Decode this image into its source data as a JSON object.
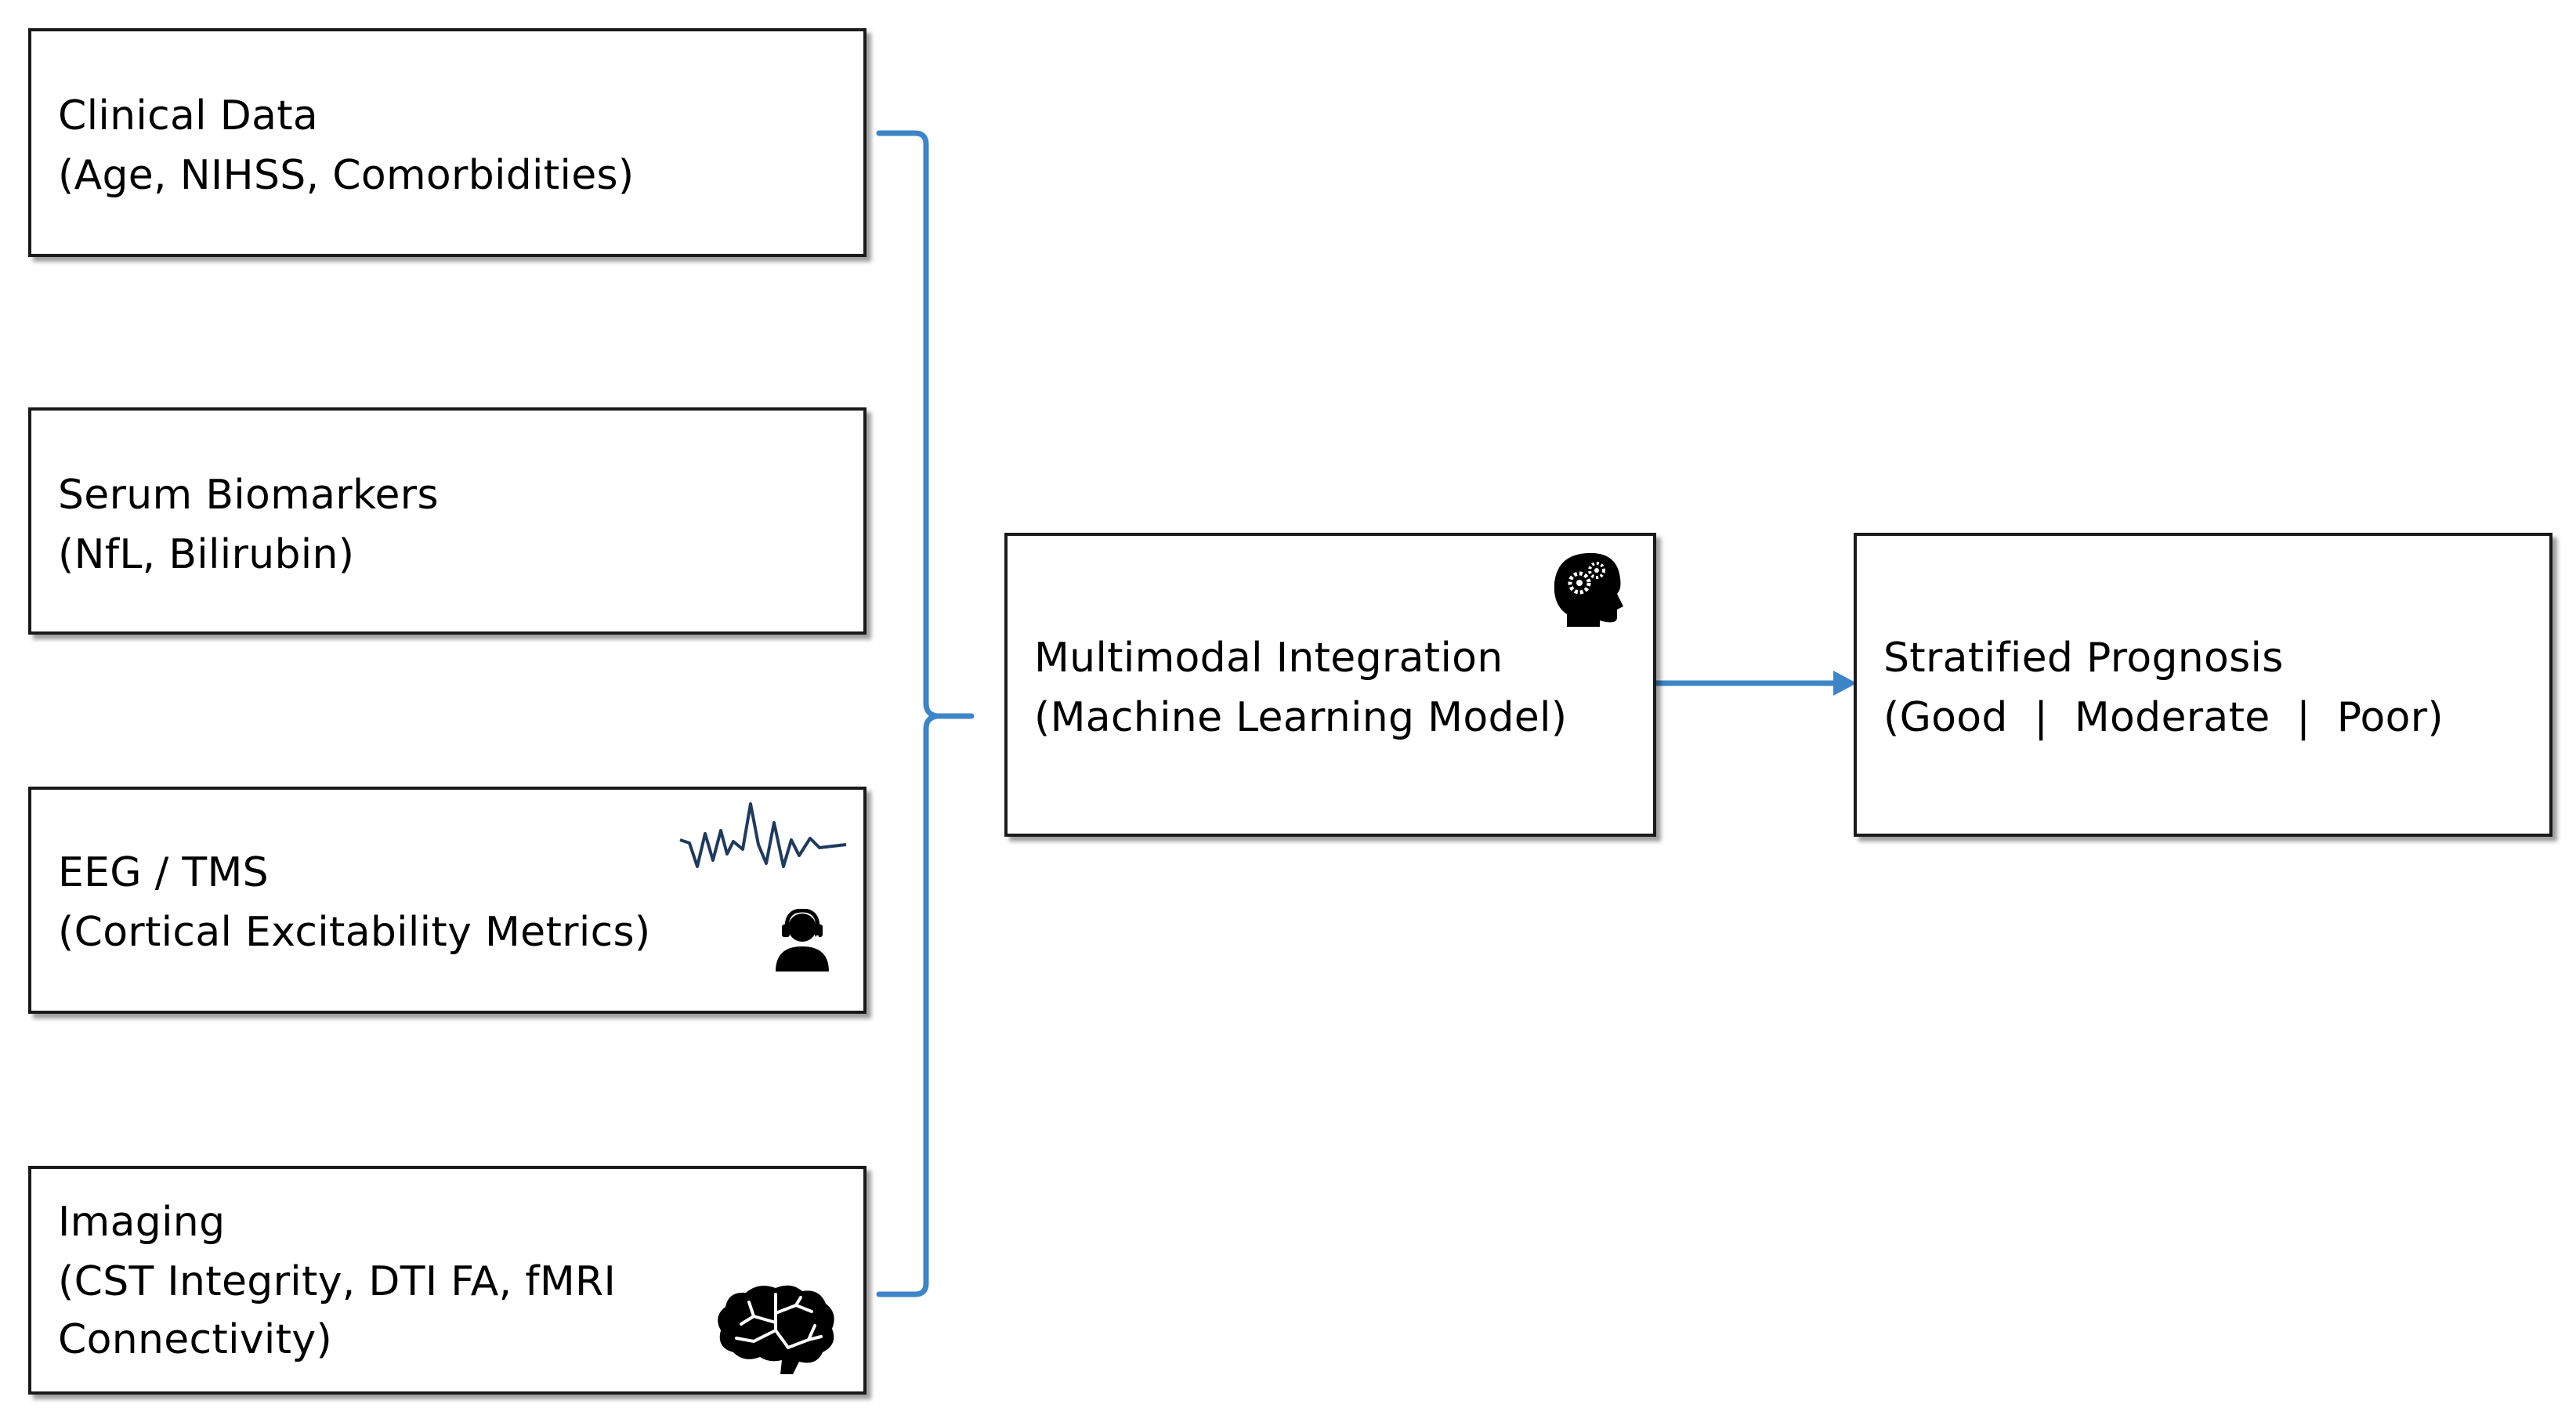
{
  "inputs": [
    {
      "title": "Clinical Data",
      "detail": "(Age, NIHSS, Comorbidities)"
    },
    {
      "title": "Serum Biomarkers",
      "detail": "(NfL, Bilirubin)"
    },
    {
      "title": "EEG / TMS",
      "detail": "(Cortical Excitability Metrics)",
      "icons": [
        "eeg-waveform-icon",
        "person-headset-icon"
      ]
    },
    {
      "title": "Imaging",
      "detail_line1": "(CST Integrity, DTI FA, fMRI",
      "detail_line2": "Connectivity)",
      "icons": [
        "brain-icon"
      ]
    }
  ],
  "integration": {
    "title": "Multimodal Integration",
    "detail": "(Machine Learning Model)",
    "icons": [
      "head-gears-icon"
    ]
  },
  "output": {
    "title": "Stratified Prognosis",
    "detail": "(Good  |  Moderate  |  Poor)"
  },
  "colors": {
    "connector": "#3d85c6",
    "border": "#1a1a1a",
    "wave": "#1f3a5f"
  }
}
